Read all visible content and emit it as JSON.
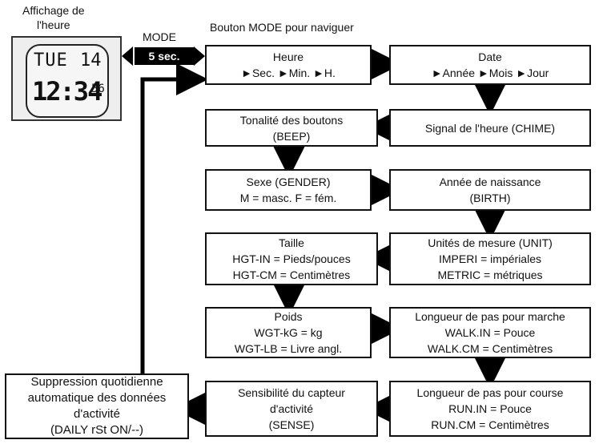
{
  "display_title": [
    "Affichage de",
    "l'heure"
  ],
  "watch": {
    "day": "TUE",
    "date": "14",
    "time": "12:34",
    "seconds": "56"
  },
  "mode_label": "MODE",
  "mode_duration": "5 sec.",
  "nav_caption": "Bouton MODE pour naviguer",
  "boxes": {
    "heure": [
      "Heure",
      "►Sec. ►Min. ►H."
    ],
    "date": [
      "Date",
      "►Année  ►Mois ►Jour"
    ],
    "beep": [
      "Tonalité des boutons",
      "(BEEP)"
    ],
    "chime": [
      "Signal de l'heure (CHIME)"
    ],
    "gender": [
      "Sexe (GENDER)",
      "M = masc.  F = fém."
    ],
    "birth": [
      "Année de naissance",
      "(BIRTH)"
    ],
    "taille": [
      "Taille",
      "HGT-IN = Pieds/pouces",
      "HGT-CM = Centimètres"
    ],
    "unit": [
      "Unités de mesure (UNIT)",
      "IMPERI = impériales",
      "METRIC = métriques"
    ],
    "poids": [
      "Poids",
      "WGT-kG = kg",
      "WGT-LB = Livre angl."
    ],
    "walk": [
      "Longueur de pas pour marche",
      "WALK.IN = Pouce",
      "WALK.CM = Centimètres"
    ],
    "sense": [
      "Sensibilité du capteur",
      "d'activité",
      "(SENSE)"
    ],
    "run": [
      "Longueur de pas pour course",
      "RUN.IN = Pouce",
      "RUN.CM = Centimètres"
    ],
    "daily": [
      "Suppression quotidienne",
      "automatique des données",
      "d'activité",
      "(DAILY rSt ON/--)"
    ]
  }
}
